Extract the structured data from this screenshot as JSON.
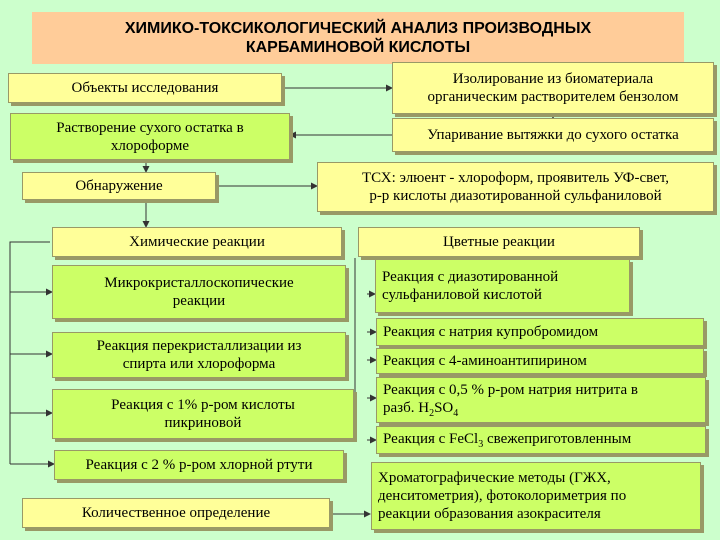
{
  "title": {
    "line1": "ХИМИКО-ТОКСИКОЛОГИЧЕСКИЙ АНАЛИЗ ПРОИЗВОДНЫХ",
    "line2": "КАРБАМИНОВОЙ КИСЛОТЫ"
  },
  "boxes": {
    "objects": "Объекты исследования",
    "isolation_1": "Изолирование из биоматериала",
    "isolation_2": "органическим растворителем бензолом",
    "dissolution_1": "Растворение сухого остатка в",
    "dissolution_2": "хлороформе",
    "evaporation": "Упаривание вытяжки до сухого остатка",
    "detection": "Обнаружение",
    "tlc_1": "ТСХ: элюент - хлороформ, проявитель УФ-свет,",
    "tlc_2": "р-р кислоты диазотированной сульфаниловой",
    "chem_reactions": "Химические реакции",
    "color_reactions": "Цветные реакции",
    "micro_1": "Микрокристаллоскопические",
    "micro_2": "реакции",
    "recryst_1": "Реакция перекристаллизации из",
    "recryst_2": "спирта или хлороформа",
    "picric_1": "Реакция  с 1% р-ром кислоты",
    "picric_2": "пикриновой",
    "mercury": "Реакция с 2 % р-ром хлорной ртути",
    "diazo_1": "Реакция  с диазотированной",
    "diazo_2": "сульфаниловой кислотой",
    "cuprobromide": "Реакция с натрия купробромидом",
    "aminoantipyrine": "Реакция с 4-аминоантипирином",
    "nitrite_1": "Реакция с 0,5 % р-ром натрия нитрита в",
    "nitrite_2a": "разб. H",
    "nitrite_2b": "2",
    "nitrite_2c": "SO",
    "nitrite_2d": "4",
    "fecl_a": "Реакция с FeCl",
    "fecl_b": "3",
    "fecl_c": " свежеприготовленным",
    "quant": "Количественное определение",
    "chromato_1": "Хроматографические методы (ГЖХ,",
    "chromato_2": "денситометрия), фотоколориметрия по",
    "chromato_3": "реакции образования азокрасителя"
  },
  "colors": {
    "background": "#ccffcc",
    "title_fill": "#ffcc99",
    "yellow_box": "#ffff99",
    "green_box": "#ccff66",
    "line": "#333333"
  }
}
